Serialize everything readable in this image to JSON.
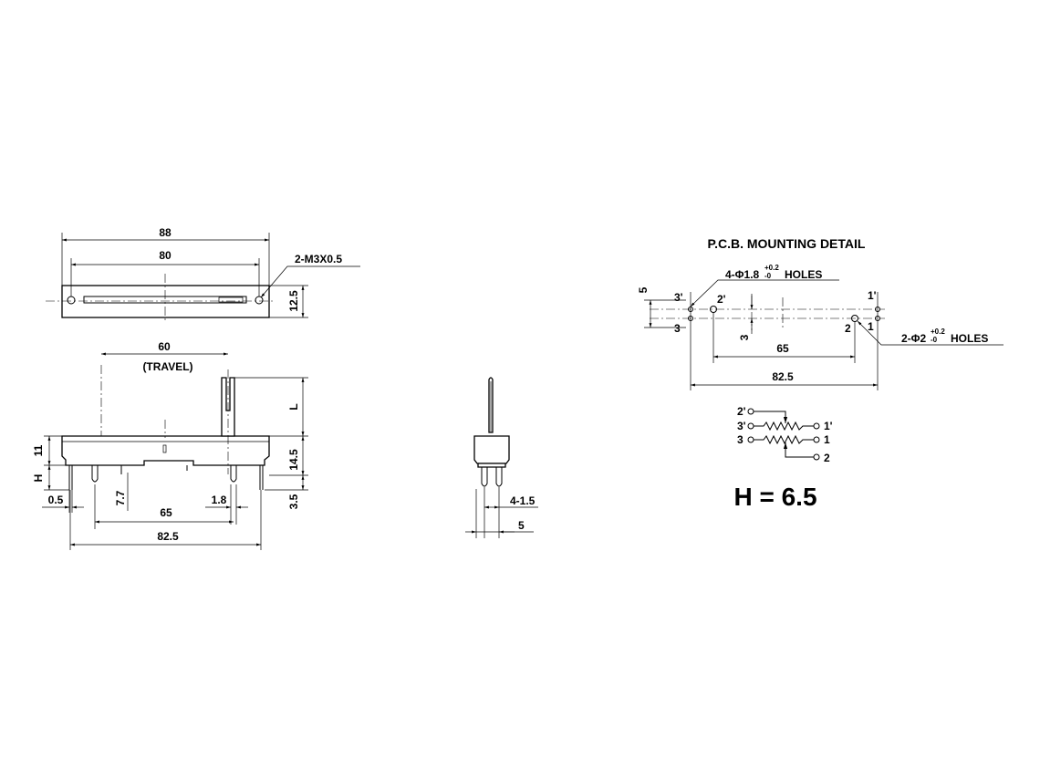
{
  "top_view": {
    "dim_overall_width": "88",
    "dim_hole_spacing": "80",
    "screw_holes_label": "2-M3X0.5",
    "dim_height": "12.5"
  },
  "front_view": {
    "dim_travel": "60",
    "travel_label": "(TRAVEL)",
    "dim_lever": "L",
    "dim_body_height": "11",
    "dim_pin_height": "H",
    "dim_14_5": "14.5",
    "dim_3_5": "3.5",
    "dim_0_5": "0.5",
    "dim_7_7": "7.7",
    "dim_1_8": "1.8",
    "dim_65": "65",
    "dim_82_5": "82.5"
  },
  "side_view": {
    "dim_pin_pitch": "4-1.5",
    "dim_width": "5"
  },
  "pcb_detail": {
    "title": "P.C.B. MOUNTING DETAIL",
    "holes_small_label": "4-Φ1.8",
    "holes_small_tol_plus": "+0.2",
    "holes_small_tol_minus": "-0",
    "holes_word": "HOLES",
    "holes_large_label": "2-Φ2",
    "holes_large_tol_plus": "+0.2",
    "holes_large_tol_minus": "-0",
    "dim_5": "5",
    "dim_3": "3",
    "dim_65": "65",
    "dim_82_5": "82.5",
    "pin_3p": "3'",
    "pin_3": "3",
    "pin_2p": "2'",
    "pin_2": "2",
    "pin_1p": "1'",
    "pin_1": "1"
  },
  "schematic": {
    "pin_2p": "2'",
    "pin_3p": "3'",
    "pin_3": "3",
    "pin_1p": "1'",
    "pin_1": "1",
    "pin_2": "2"
  },
  "h_value": "H = 6.5"
}
